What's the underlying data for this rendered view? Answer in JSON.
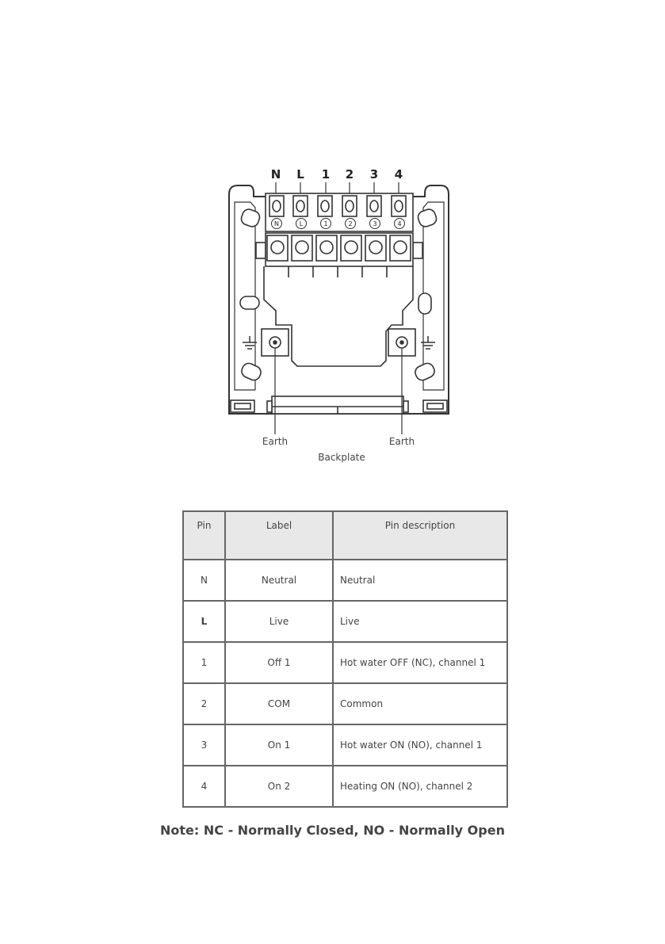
{
  "diagram": {
    "top_labels": [
      "N",
      "L",
      "1",
      "2",
      "3",
      "4"
    ],
    "circle_labels": [
      "N",
      "L",
      "1",
      "2",
      "3",
      "4"
    ],
    "earth_left": "Earth",
    "earth_right": "Earth",
    "caption": "Backplate"
  },
  "table": {
    "headers": [
      "Pin",
      "Label",
      "Pin description"
    ],
    "rows": [
      {
        "pin": "N",
        "label": "Neutral",
        "desc": "Neutral"
      },
      {
        "pin": "L",
        "label": "Live",
        "desc": "Live"
      },
      {
        "pin": "1",
        "label": "Off 1",
        "desc": "Hot water OFF (NC), channel 1"
      },
      {
        "pin": "2",
        "label": "COM",
        "desc": "Common"
      },
      {
        "pin": "3",
        "label": "On 1",
        "desc": "Hot water ON (NO), channel 1"
      },
      {
        "pin": "4",
        "label": "On 2",
        "desc": "Heating ON (NO), channel 2"
      }
    ]
  },
  "note": "Note: NC - Normally Closed, NO - Normally Open"
}
